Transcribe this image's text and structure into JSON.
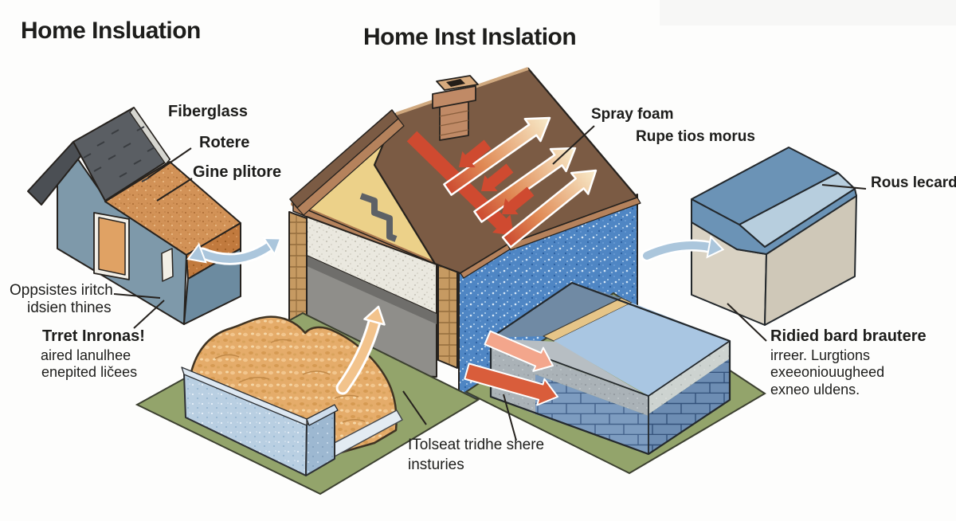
{
  "titles": {
    "left": "Home Insluation",
    "center": "Home Inst Inslation"
  },
  "left_house": {
    "heading": "Fiberglass",
    "label_rotere": "Rotere",
    "label_gine": "Gine plitore",
    "caption_line1": "Oppsistes iritch",
    "caption_line2": "idsien thines",
    "subheading": "Trret Inronas!",
    "sub_line1": "aired lanulhee",
    "sub_line2": "enepited ličees"
  },
  "center_house": {
    "label_spray": "Spray foam",
    "label_rupe": "Rupe tios morus",
    "caption_line1": "ITolseat tridhe shere",
    "caption_line2": "insturies"
  },
  "right_box": {
    "label_roof": "Rous lecard",
    "heading": "Ridied bard brautere",
    "line1": "irreer. Lurgtions",
    "line2": "exeeoniouugheed",
    "line3": "exneo uldens."
  },
  "colors": {
    "roof_brown": "#7b5b44",
    "wall_blue_speckle": "#4f86c4",
    "fiberglass_orange": "#d29257",
    "house_wall_blue": "#7e99aa",
    "panel_blue_dark": "#6b93b6",
    "panel_blue_light": "#b7cede",
    "beige_wall": "#d9d2c3",
    "ground_green": "#93a46b",
    "arrow_red": "#cf4a30",
    "arrow_cream": "#f8eccb",
    "arrow_blue": "#abc6dc"
  }
}
